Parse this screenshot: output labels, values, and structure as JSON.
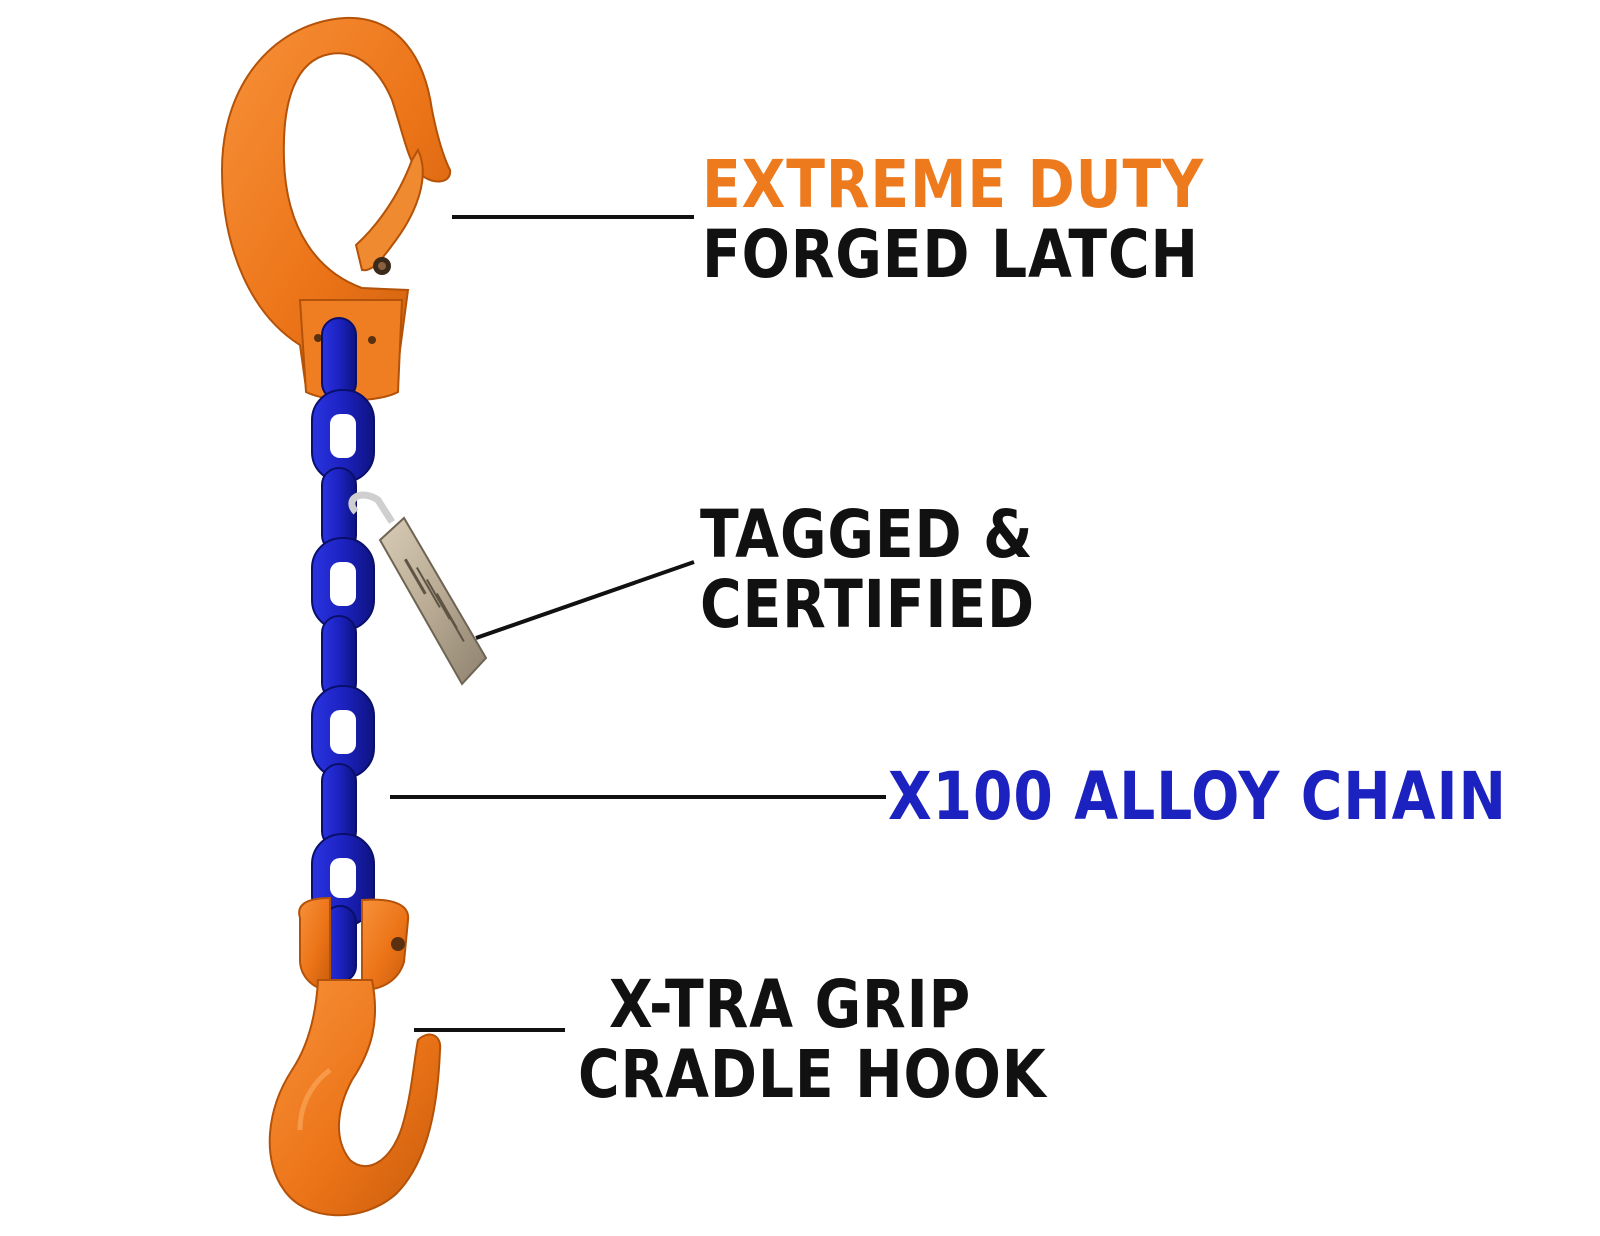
{
  "callouts": {
    "latch": {
      "line1": "EXTREME DUTY",
      "line2": "FORGED LATCH"
    },
    "tag": {
      "line1": "TAGGED &",
      "line2": "CERTIFIED"
    },
    "chain": {
      "line1": "X100 ALLOY CHAIN"
    },
    "hook": {
      "line1": "X-TRA GRIP",
      "line2": "CRADLE HOOK"
    }
  },
  "colors": {
    "orange": "#ee7a1e",
    "orange_dark": "#c45d0e",
    "blue": "#1c22c0",
    "blue_dark": "#0e1380",
    "black": "#111111",
    "tag_metal": "#b9ab94"
  },
  "icons": [
    "sling-hook-icon",
    "alloy-chain-icon",
    "certification-tag-icon",
    "cradle-hook-icon"
  ]
}
